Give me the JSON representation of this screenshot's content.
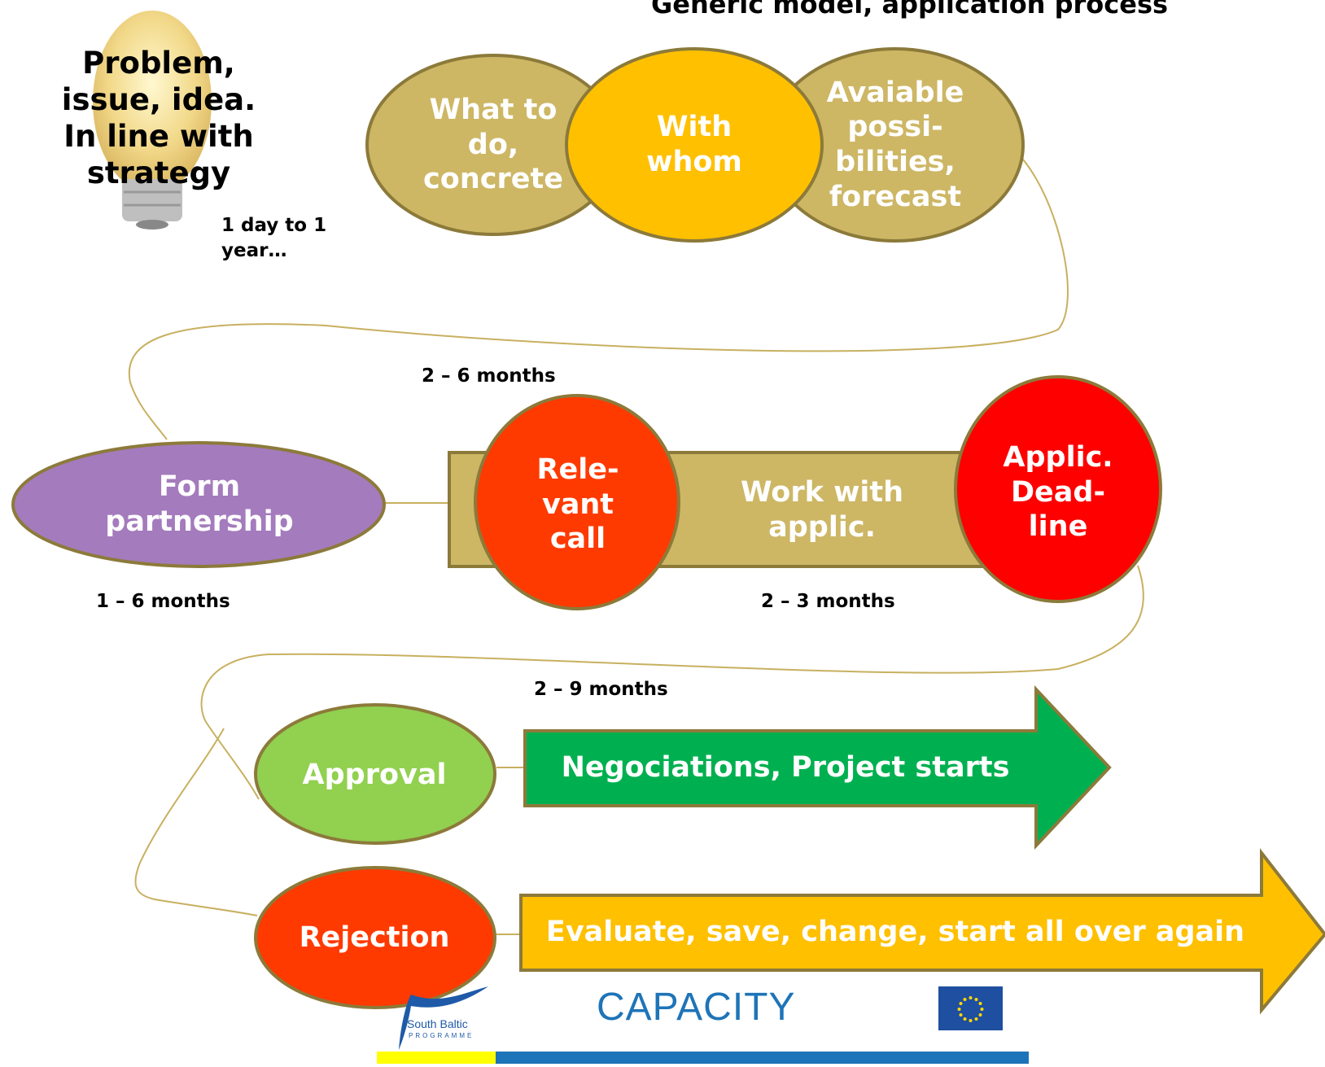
{
  "title": "Generic model, application process",
  "idea": {
    "text": "Problem,\nissue, idea.\nIn line with\nstrategy",
    "icon": "light-bulb-icon"
  },
  "durations": {
    "idea": "1 day to 1\nyear…",
    "planning": "2 – 6 months",
    "partnership": "1 – 6 months",
    "application": "2 – 3 months",
    "decision": "2 – 9 months"
  },
  "steps": {
    "what_to_do": "What to\ndo,\nconcrete",
    "with_whom": "With\nwhom",
    "possibilities": "Avaiable\npossi-\nbilities,\nforecast",
    "form_partnership": "Form\npartnership",
    "relevant_call": "Rele-\nvant\ncall",
    "work_with_applic": "Work with applic.",
    "applic_deadline": "Applic.\nDead-\nline",
    "approval": "Approval",
    "rejection": "Rejection"
  },
  "arrows": {
    "negotiations": "Negociations, Project starts",
    "evaluate": "Evaluate, save, change, start all over again"
  },
  "footer": {
    "programme_name": "South Baltic",
    "programme_sub": "PROGRAMME",
    "project_name": "CAPACITY",
    "eu_flag_icon": "eu-flag-icon"
  },
  "colors": {
    "khaki": "#CDB765",
    "amber": "#FFC000",
    "purple": "#A47BBD",
    "orange_red": "#FF3A00",
    "red": "#FF0000",
    "light_green": "#92D050",
    "green": "#00B050",
    "connector": "#C8B060",
    "outline": "#8C7A3A",
    "blue": "#1E74B8",
    "yellow": "#FFFF00"
  }
}
